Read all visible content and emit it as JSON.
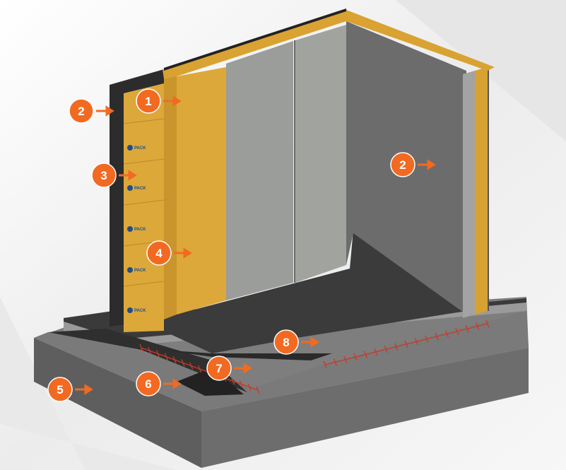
{
  "diagram": {
    "title": "Insulated room layer cross-section",
    "colors": {
      "accent": "#f26a21",
      "insulation": "#dca83a",
      "cable": "#c83a2a"
    },
    "panel_logo": "PACK",
    "labels": [
      {
        "id": "l2a",
        "number": "2"
      },
      {
        "id": "l1",
        "number": "1"
      },
      {
        "id": "l3",
        "number": "3"
      },
      {
        "id": "l4",
        "number": "4"
      },
      {
        "id": "l2b",
        "number": "2"
      },
      {
        "id": "l8",
        "number": "8"
      },
      {
        "id": "l7",
        "number": "7"
      },
      {
        "id": "l6",
        "number": "6"
      },
      {
        "id": "l5",
        "number": "5"
      }
    ]
  }
}
